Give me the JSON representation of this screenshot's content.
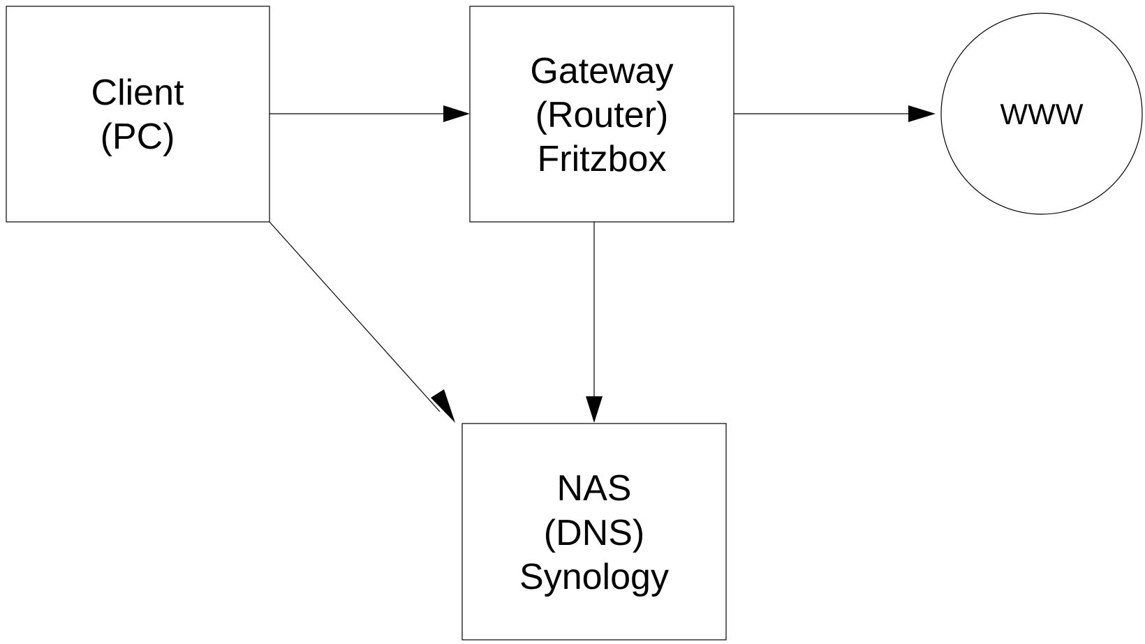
{
  "nodes": {
    "client": {
      "lines": [
        "Client",
        "(PC)"
      ]
    },
    "gateway": {
      "lines": [
        "Gateway",
        "(Router)",
        "Fritzbox"
      ]
    },
    "www": {
      "lines": [
        "WWW"
      ]
    },
    "nas": {
      "lines": [
        "NAS",
        "(DNS)",
        "Synology"
      ]
    }
  },
  "edges": [
    {
      "from": "client",
      "to": "gateway"
    },
    {
      "from": "gateway",
      "to": "www"
    },
    {
      "from": "gateway",
      "to": "nas"
    },
    {
      "from": "client",
      "to": "nas"
    }
  ],
  "colors": {
    "stroke": "#000000",
    "fill": "#ffffff",
    "text": "#000000"
  }
}
